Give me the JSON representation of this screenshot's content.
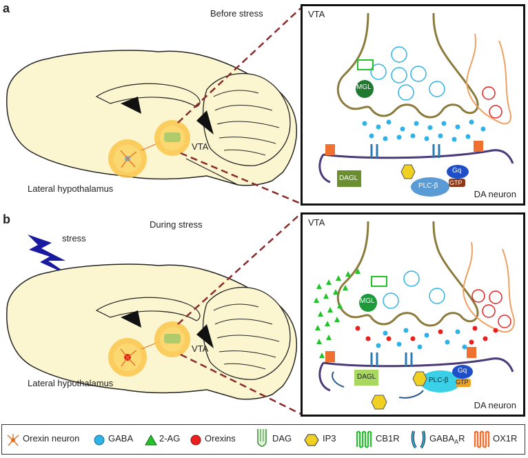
{
  "panel_a": {
    "letter": "a",
    "phase": "Before stress",
    "region_label": "VTA",
    "hypothalamus_label": "Lateral hypothalamus",
    "inset_title": "VTA",
    "neuron_label": "DA neuron",
    "proteins": {
      "mgl": "MGL",
      "dagl": "DAGL",
      "plc": "PLC-β",
      "gq": "Gq",
      "gtp": "GTP"
    }
  },
  "panel_b": {
    "letter": "b",
    "phase": "During stress",
    "stress_label": "stress",
    "region_label": "VTA",
    "hypothalamus_label": "Lateral hypothalamus",
    "inset_title": "VTA",
    "neuron_label": "DA neuron",
    "proteins": {
      "mgl": "MGL",
      "dagl": "DAGL",
      "plc": "PLC-β",
      "gq": "Gq",
      "gtp": "GTP"
    }
  },
  "legend": {
    "items": [
      {
        "label": "Orexin neuron",
        "icon": "orexin-neuron-icon"
      },
      {
        "label": "GABA",
        "icon": "gaba-icon"
      },
      {
        "label": "2-AG",
        "icon": "2ag-icon"
      },
      {
        "label": "Orexins",
        "icon": "orexins-icon"
      },
      {
        "label": "DAG",
        "icon": "dag-icon"
      },
      {
        "label": "IP3",
        "icon": "ip3-icon"
      },
      {
        "label": "CB1R",
        "icon": "cb1r-icon"
      },
      {
        "label": "GABA",
        "sub": "A",
        "suffix": "R",
        "icon": "gabaar-icon"
      },
      {
        "label": "OX1R",
        "icon": "ox1r-icon"
      }
    ]
  },
  "colors": {
    "brain_fill": "#fbf5d0",
    "gaba": "#2fb3e6",
    "twoag": "#22c22a",
    "orexin": "#e8201e",
    "terminal": "#8a7a3c",
    "membrane": "#4a3a78",
    "orexin_terminal": "#f0a060",
    "dashed": "#8b2a2a"
  }
}
